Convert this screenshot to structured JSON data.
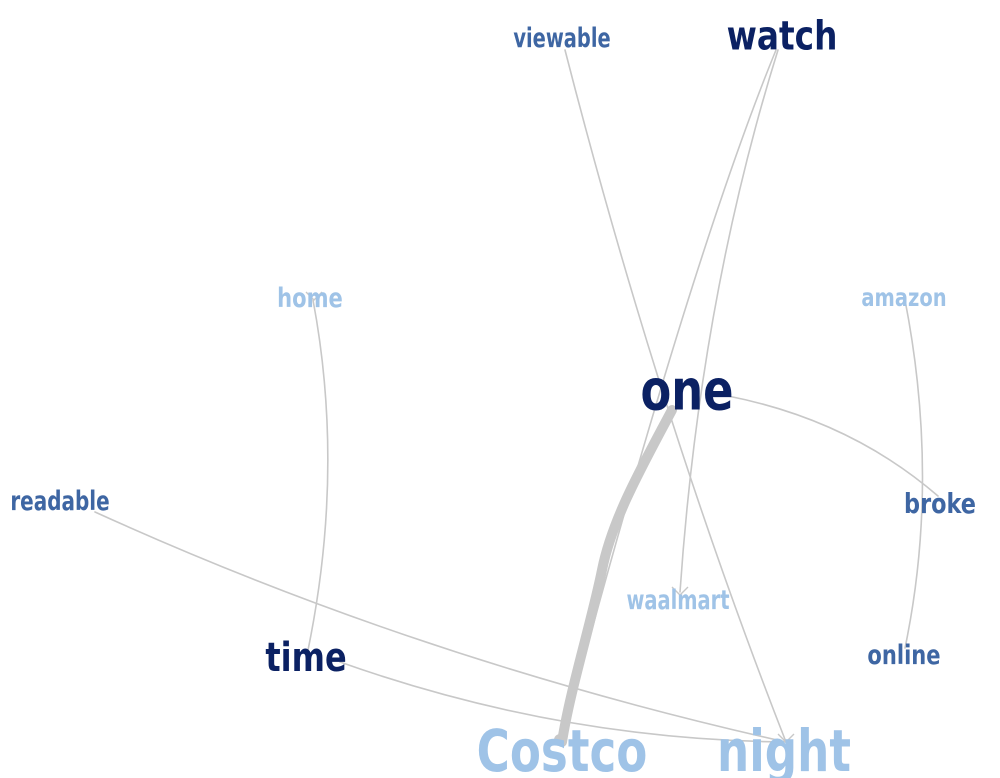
{
  "nodes": [
    {
      "id": "watch",
      "label": "watch",
      "color": "#0b2163"
    },
    {
      "id": "viewable",
      "label": "viewable",
      "color": "#3e66a3"
    },
    {
      "id": "home",
      "label": "home",
      "color": "#9fc3e7"
    },
    {
      "id": "amazon",
      "label": "amazon",
      "color": "#9fc3e7"
    },
    {
      "id": "one",
      "label": "one",
      "color": "#0b2163"
    },
    {
      "id": "readable",
      "label": "readable",
      "color": "#3e66a3"
    },
    {
      "id": "broke",
      "label": "broke",
      "color": "#3e66a3"
    },
    {
      "id": "waalmart",
      "label": "waalmart",
      "color": "#9fc3e7"
    },
    {
      "id": "time",
      "label": "time",
      "color": "#0b2163"
    },
    {
      "id": "online",
      "label": "online",
      "color": "#3e66a3"
    },
    {
      "id": "costco",
      "label": "Costco",
      "color": "#9fc3e7"
    },
    {
      "id": "night",
      "label": "night",
      "color": "#9fc3e7"
    }
  ],
  "edges": [
    {
      "source": "one",
      "target": "costco",
      "weight": 5
    },
    {
      "source": "watch",
      "target": "costco",
      "weight": 1
    },
    {
      "source": "watch",
      "target": "waalmart",
      "weight": 1
    },
    {
      "source": "viewable",
      "target": "night",
      "weight": 1
    },
    {
      "source": "home",
      "target": "time",
      "weight": 1
    },
    {
      "source": "amazon",
      "target": "online",
      "weight": 1
    },
    {
      "source": "one",
      "target": "broke",
      "weight": 1
    },
    {
      "source": "readable",
      "target": "night",
      "weight": 1
    },
    {
      "source": "time",
      "target": "night",
      "weight": 1
    }
  ]
}
